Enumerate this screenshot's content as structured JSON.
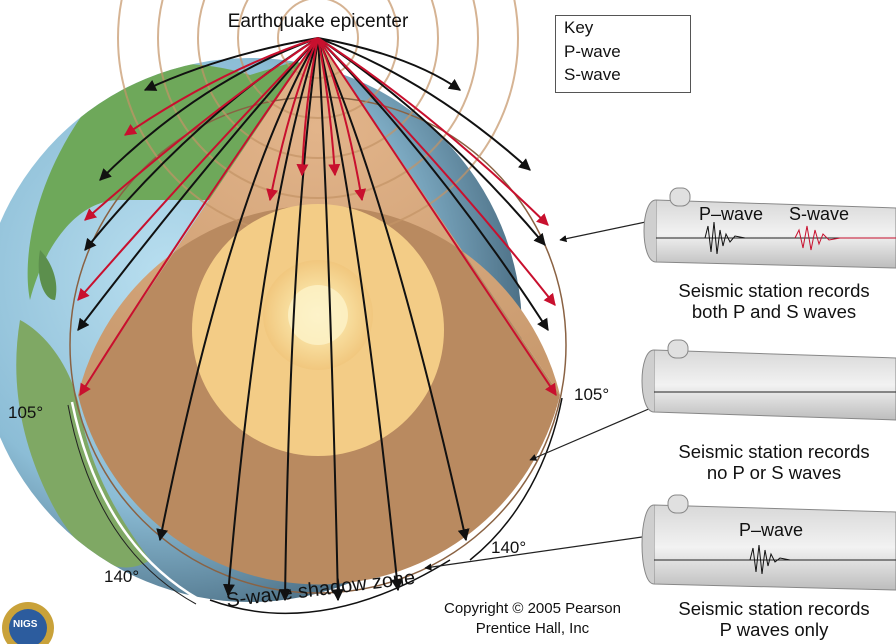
{
  "labels": {
    "epicenter": "Earthquake epicenter",
    "deg_105_left": "105°",
    "deg_105_right": "105°",
    "deg_140_left": "140°",
    "deg_140_right": "140°",
    "shadow_zone": "S-wave shadow zone"
  },
  "key": {
    "title": "Key",
    "p_label": "P-wave",
    "s_label": "S-wave",
    "p_color": "#111111",
    "s_color": "#c8102e"
  },
  "stations": [
    {
      "caption_line1": "Seismic station records",
      "caption_line2": "both P and S waves",
      "seismo_p": "P–wave",
      "seismo_s": "S-wave"
    },
    {
      "caption_line1": "Seismic station records",
      "caption_line2": "no P or S waves"
    },
    {
      "caption_line1": "Seismic station records",
      "caption_line2": "P waves only",
      "seismo_p": "P–wave"
    }
  ],
  "copyright": {
    "line1": "Copyright © 2005 Pearson",
    "line2": "Prentice Hall, Inc"
  },
  "logo": {
    "text": "NIGS"
  },
  "colors": {
    "crust_band": "#d8a87e",
    "mantle_shadow": "#b98a60",
    "outer_core": "#f3cc86",
    "inner_core": "#f9e3a8",
    "inner_core_center": "#fdf2c8",
    "land": "#6ea85a",
    "ocean": "#9ec6de"
  }
}
